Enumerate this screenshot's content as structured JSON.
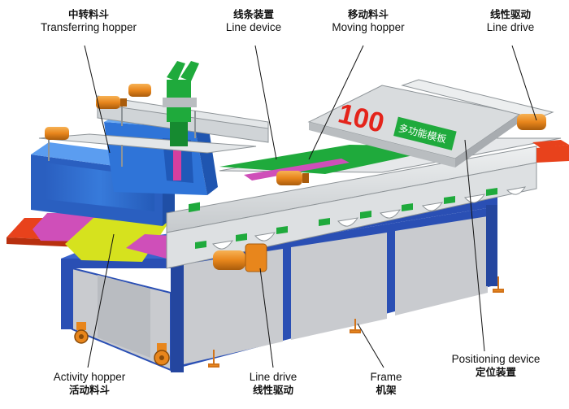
{
  "labels": {
    "transferring_hopper": {
      "cn": "中转料斗",
      "en": "Transferring hopper"
    },
    "line_device": {
      "cn": "线条装置",
      "en": "Line device"
    },
    "moving_hopper": {
      "cn": "移动料斗",
      "en": "Moving hopper"
    },
    "line_drive_top": {
      "cn": "线性驱动",
      "en": "Line drive"
    },
    "activity_hopper": {
      "en": "Activity hopper",
      "cn": "活动料斗"
    },
    "line_drive_bottom": {
      "en": "Line drive",
      "cn": "线性驱动"
    },
    "frame": {
      "en": "Frame",
      "cn": "机架"
    },
    "positioning_device": {
      "en": "Positioning device",
      "cn": "定位装置"
    }
  },
  "logo": {
    "text": "100",
    "subtext": "多功能模板"
  },
  "colors": {
    "frame_blue": "#2a4fb4",
    "panel_gray": "#c9cbcf",
    "hopper_blue": "#2f74d8",
    "drive_orange": "#e8861c",
    "belt_red": "#e8421c",
    "belt_yellow": "#d6e21e",
    "belt_magenta": "#cf4fb9",
    "accent_green": "#1faa3c",
    "logo_red": "#e4241b",
    "machine_gray": "#d9dcde"
  }
}
